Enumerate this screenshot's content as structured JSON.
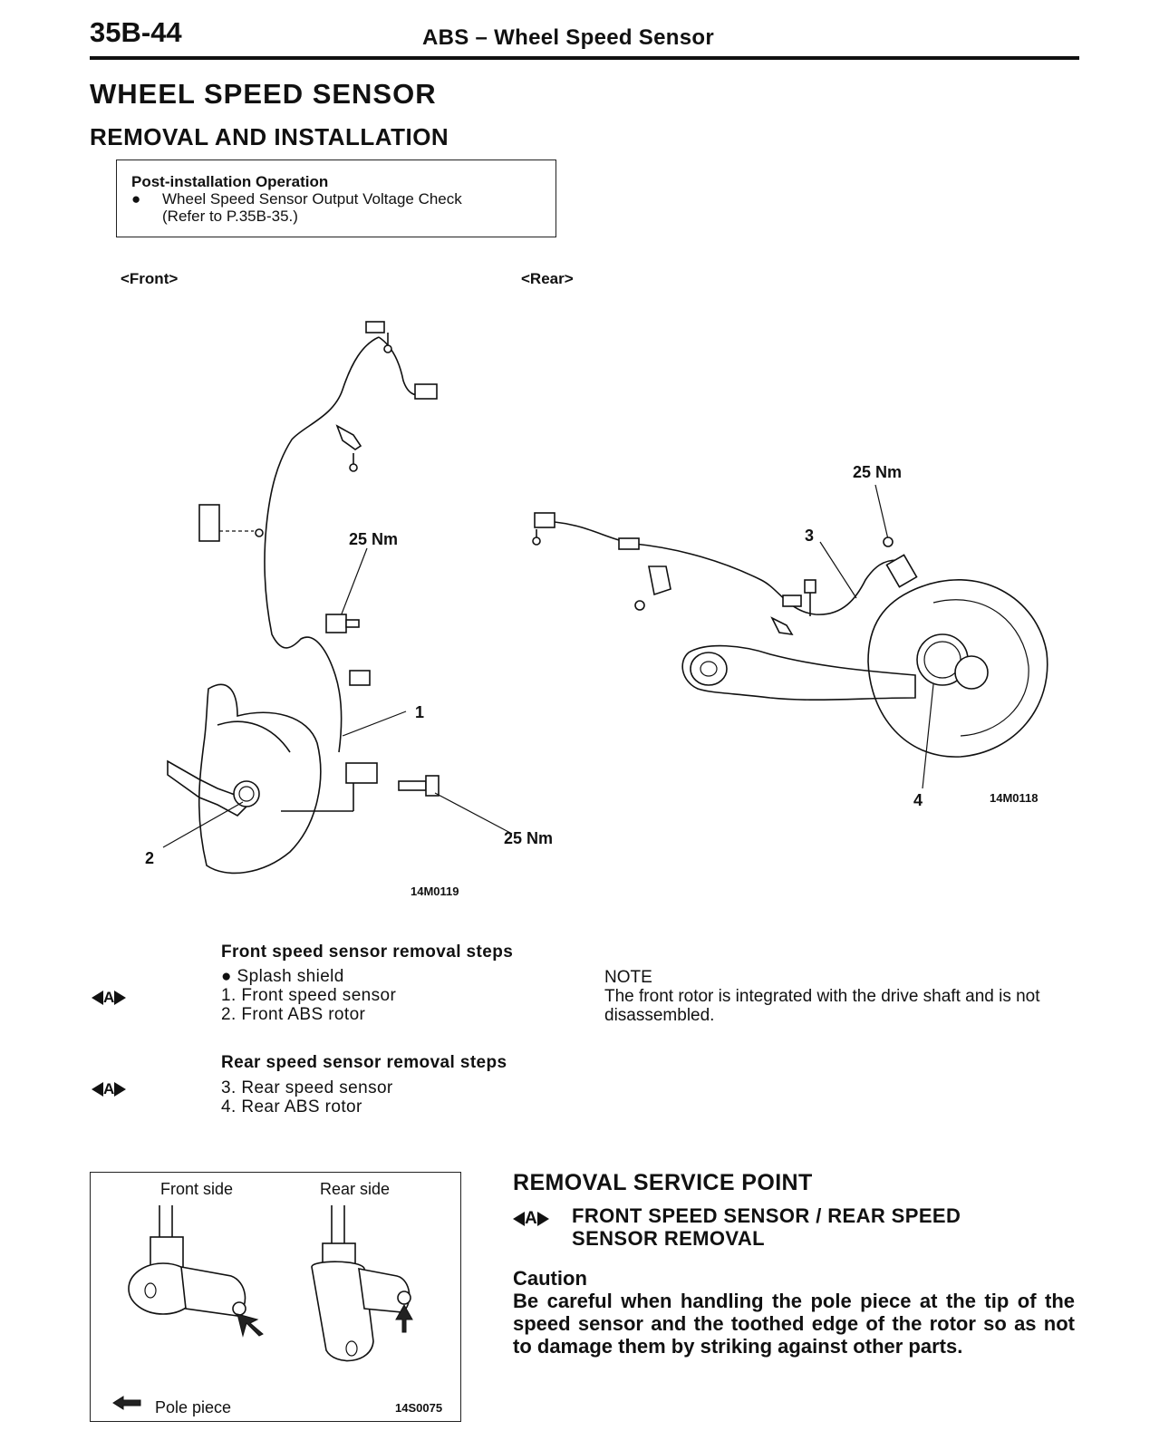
{
  "header": {
    "page_number": "35B-44",
    "title": "ABS – Wheel Speed Sensor"
  },
  "heading": "WHEEL SPEED SENSOR",
  "subheading": "REMOVAL AND INSTALLATION",
  "post_installation": {
    "title": "Post-installation Operation",
    "bullet": "●",
    "item_line1": "Wheel Speed Sensor Output Voltage Check",
    "item_line2": "(Refer to P.35B-35.)"
  },
  "figure_main": {
    "front_label": "<Front>",
    "rear_label": "<Rear>",
    "torque_labels": [
      "25 Nm",
      "25 Nm",
      "25 Nm"
    ],
    "callouts": [
      "1",
      "2",
      "3",
      "4"
    ],
    "front_fig_id": "14M0119",
    "rear_fig_id": "14M0118"
  },
  "front_steps": {
    "title": "Front speed sensor removal steps",
    "items": [
      "●  Splash shield",
      "1. Front speed sensor",
      "2. Front ABS rotor"
    ]
  },
  "rear_steps": {
    "title": "Rear speed sensor removal steps",
    "items": [
      "3. Rear speed sensor",
      "4. Rear ABS rotor"
    ]
  },
  "service_mark": "A",
  "note": {
    "title": "NOTE",
    "line1": "The front rotor is integrated with the drive shaft and is not",
    "line2": "disassembled."
  },
  "figure_sensor": {
    "front_side": "Front side",
    "rear_side": "Rear side",
    "legend": "Pole piece",
    "fig_id": "14S0075"
  },
  "removal_service": {
    "title": "REMOVAL SERVICE POINT",
    "subtitle_line1": "FRONT SPEED SENSOR / REAR SPEED",
    "subtitle_line2": "SENSOR REMOVAL",
    "caution_title": "Caution",
    "caution_text": "Be careful when handling the pole piece at the tip of the speed sensor and the toothed edge of the rotor so as not to damage them by striking against other parts."
  }
}
